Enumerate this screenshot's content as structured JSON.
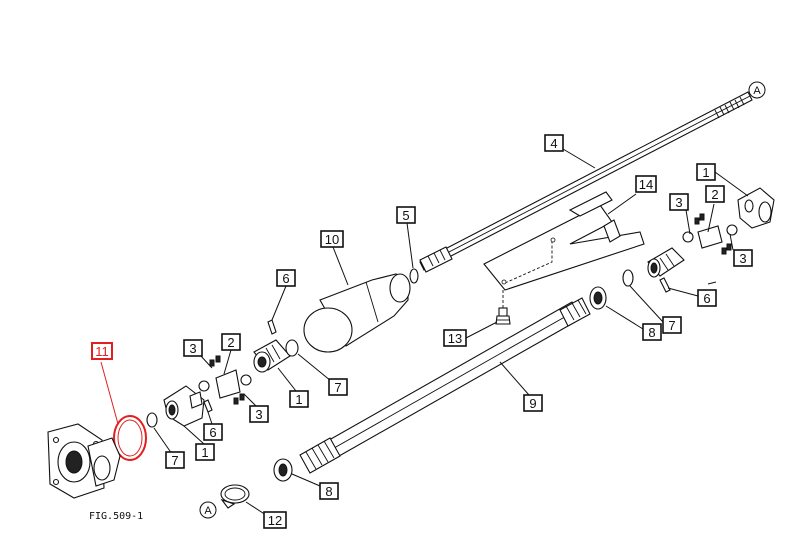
{
  "figure": {
    "caption": "FIG.509-1",
    "reference_mark": "A"
  },
  "callouts": [
    {
      "id": "c4",
      "label": "4"
    },
    {
      "id": "c14",
      "label": "14"
    },
    {
      "id": "c1r",
      "label": "1"
    },
    {
      "id": "c2r",
      "label": "2"
    },
    {
      "id": "c3r1",
      "label": "3"
    },
    {
      "id": "c3r2",
      "label": "3"
    },
    {
      "id": "c5",
      "label": "5"
    },
    {
      "id": "c10",
      "label": "10"
    },
    {
      "id": "c6m",
      "label": "6"
    },
    {
      "id": "c6r",
      "label": "6"
    },
    {
      "id": "c7r",
      "label": "7"
    },
    {
      "id": "c8r",
      "label": "8"
    },
    {
      "id": "c13",
      "label": "13"
    },
    {
      "id": "c11",
      "label": "11",
      "highlighted": true
    },
    {
      "id": "c3l",
      "label": "3"
    },
    {
      "id": "c2l",
      "label": "2"
    },
    {
      "id": "c3l2",
      "label": "3"
    },
    {
      "id": "c1m",
      "label": "1"
    },
    {
      "id": "c7m",
      "label": "7"
    },
    {
      "id": "c6l",
      "label": "6"
    },
    {
      "id": "c1l",
      "label": "1"
    },
    {
      "id": "c7l",
      "label": "7"
    },
    {
      "id": "c9",
      "label": "9"
    },
    {
      "id": "c8l",
      "label": "8"
    },
    {
      "id": "c12",
      "label": "12"
    }
  ],
  "colors": {
    "line": "#111111",
    "highlight": "#e02020",
    "background": "#ffffff"
  }
}
